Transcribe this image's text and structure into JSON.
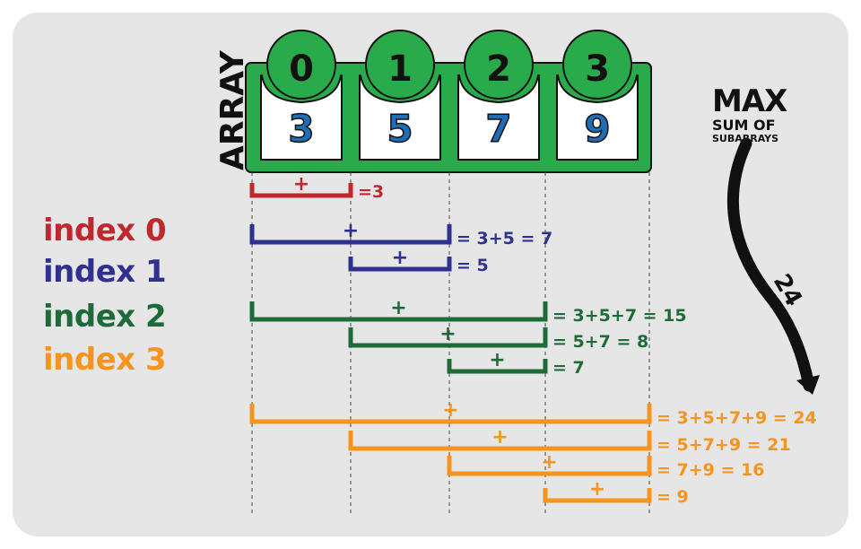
{
  "array": {
    "label": "ARRAY",
    "indices": [
      "0",
      "1",
      "2",
      "3"
    ],
    "values": [
      "3",
      "5",
      "7",
      "9"
    ]
  },
  "legend": [
    {
      "label": "index 0",
      "color": "#c0282d"
    },
    {
      "label": "index 1",
      "color": "#2e3192"
    },
    {
      "label": "index 2",
      "color": "#1e6b3a"
    },
    {
      "label": "index 3",
      "color": "#f7941d"
    }
  ],
  "colors": {
    "array_fill": "#2aab4b",
    "cell_fill": "#ffffff",
    "value_text": "#1f6db4",
    "index_text": "#111111",
    "arrow": "#111111"
  },
  "subarrays": [
    {
      "start": 0,
      "end": 0,
      "group": 0,
      "plus": "+",
      "result": "=3"
    },
    {
      "start": 0,
      "end": 1,
      "group": 1,
      "plus": "+",
      "result": "= 3+5 = 7"
    },
    {
      "start": 1,
      "end": 1,
      "group": 1,
      "plus": "+",
      "result": "= 5"
    },
    {
      "start": 0,
      "end": 2,
      "group": 2,
      "plus": "+",
      "result": "= 3+5+7 = 15"
    },
    {
      "start": 1,
      "end": 2,
      "group": 2,
      "plus": "+",
      "result": "= 5+7 = 8"
    },
    {
      "start": 2,
      "end": 2,
      "group": 2,
      "plus": "+",
      "result": "= 7"
    },
    {
      "start": 0,
      "end": 3,
      "group": 3,
      "plus": "+",
      "result": "= 3+5+7+9 = 24"
    },
    {
      "start": 1,
      "end": 3,
      "group": 3,
      "plus": "+",
      "result": "= 5+7+9 = 21"
    },
    {
      "start": 2,
      "end": 3,
      "group": 3,
      "plus": "+",
      "result": "= 7+9 = 16"
    },
    {
      "start": 3,
      "end": 3,
      "group": 3,
      "plus": "+",
      "result": "= 9"
    }
  ],
  "max_sum": {
    "title_line1": "MAX",
    "title_line2": "SUM OF",
    "title_line3": "SUBARRAYS",
    "value": "24"
  }
}
